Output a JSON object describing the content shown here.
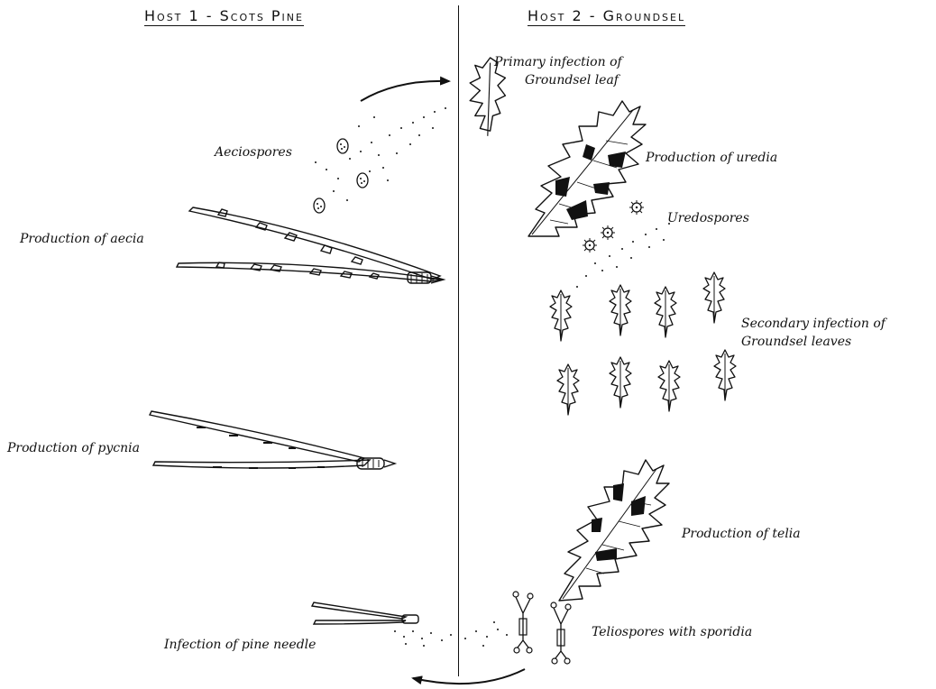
{
  "headers": {
    "host1": "Host 1 - Scots Pine",
    "host2": "Host 2 - Groundsel"
  },
  "labels": {
    "primary_line1": "Primary infection of",
    "primary_line2": "Groundsel leaf",
    "aeciospores": "Aeciospores",
    "uredia": "Production of uredia",
    "uredospores": "Uredospores",
    "aecia": "Production of aecia",
    "secondary_line1": "Secondary infection of",
    "secondary_line2": "Groundsel leaves",
    "pycnia": "Production of pycnia",
    "telia": "Production of telia",
    "teliospores": "Teliospores with sporidia",
    "pine_needle": "Infection of pine needle"
  }
}
